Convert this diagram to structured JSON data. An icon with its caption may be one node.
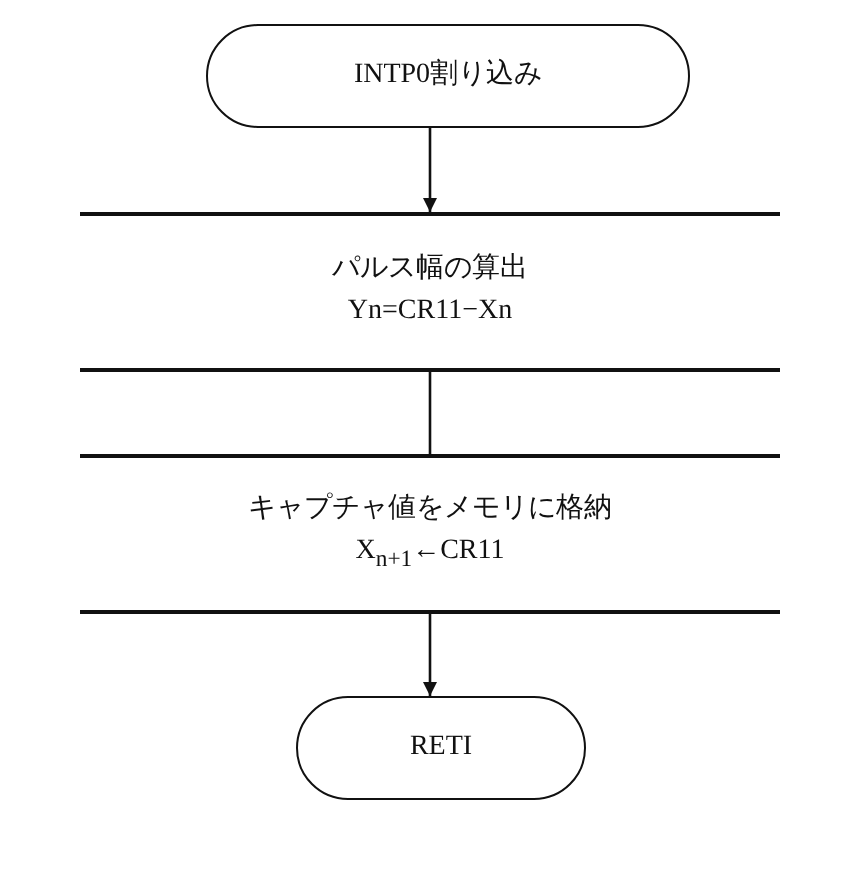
{
  "diagram": {
    "nodes": [
      {
        "text": [
          "INTP0割り込み"
        ]
      },
      {
        "text": [
          "パルス幅の算出",
          "Yn=CR11−Xn"
        ]
      },
      {
        "text": [
          "キャプチャ値をメモリに格納",
          "X$_{n+1}$←CR11"
        ]
      },
      {
        "text": [
          "RETI"
        ]
      }
    ],
    "edges": [
      {
        "from": 0,
        "to": 1,
        "arrow": "to"
      },
      {
        "from": 1,
        "to": 2,
        "arrow": "none"
      },
      {
        "from": 2,
        "to": 3,
        "arrow": "to"
      }
    ]
  }
}
